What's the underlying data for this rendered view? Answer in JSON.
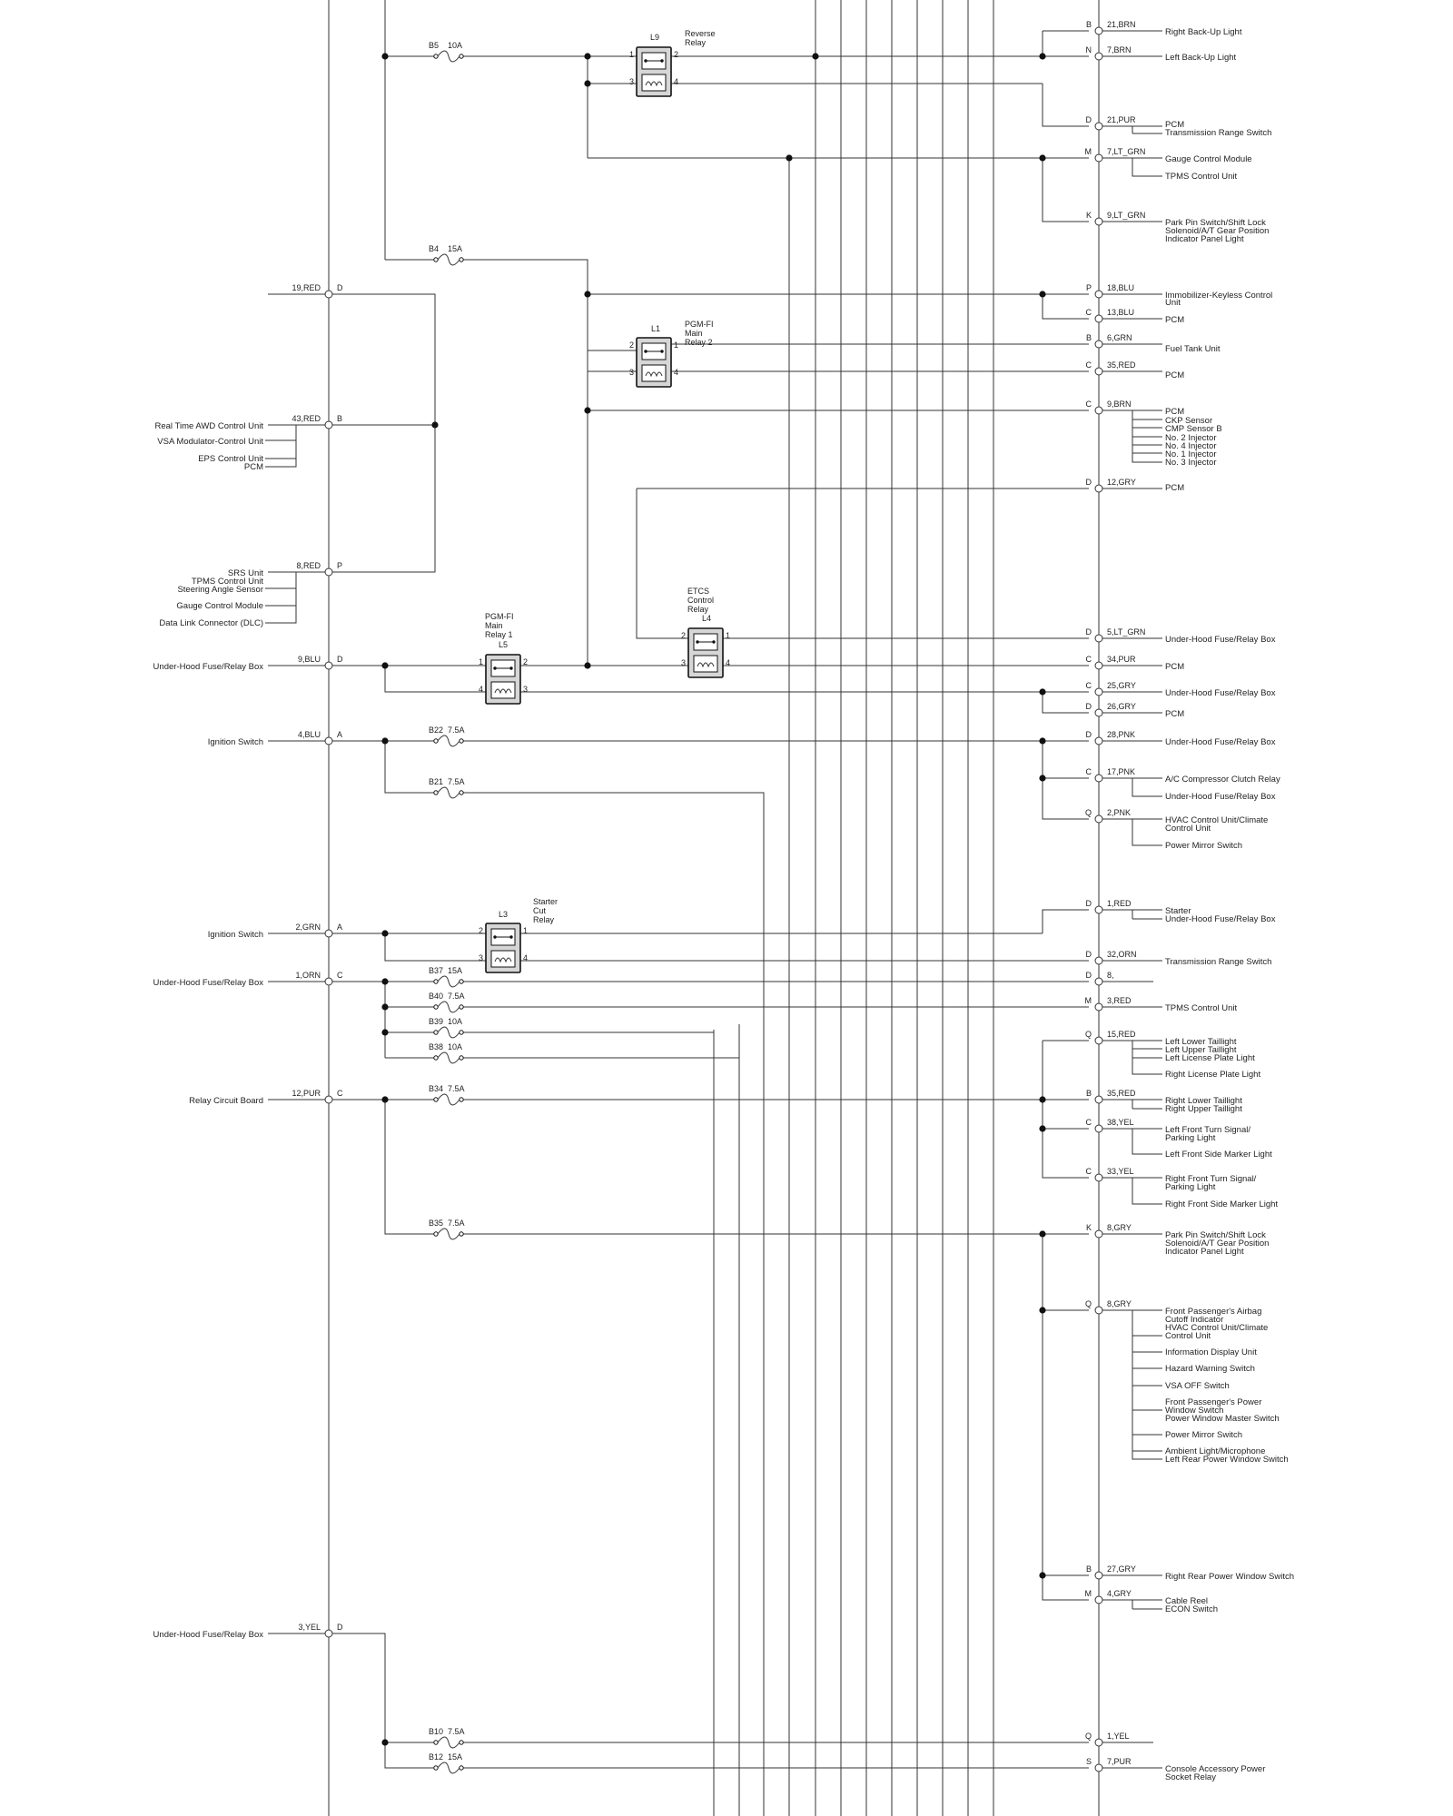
{
  "fuses": [
    {
      "id": "B5",
      "rating": "10A"
    },
    {
      "id": "B4",
      "rating": "15A"
    },
    {
      "id": "B22",
      "rating": "7.5A"
    },
    {
      "id": "B21",
      "rating": "7.5A"
    },
    {
      "id": "B37",
      "rating": "15A"
    },
    {
      "id": "B40",
      "rating": "7.5A"
    },
    {
      "id": "B39",
      "rating": "10A"
    },
    {
      "id": "B38",
      "rating": "10A"
    },
    {
      "id": "B34",
      "rating": "7.5A"
    },
    {
      "id": "B35",
      "rating": "7.5A"
    },
    {
      "id": "B10",
      "rating": "7.5A"
    },
    {
      "id": "B12",
      "rating": "15A"
    }
  ],
  "relays": [
    {
      "id": "L9",
      "name": [
        "Reverse",
        "Relay"
      ],
      "pins": [
        "1",
        "2",
        "3",
        "4"
      ]
    },
    {
      "id": "L1",
      "name": [
        "PGM-FI",
        "Main",
        "Relay 2"
      ],
      "pins": [
        "2",
        "1",
        "3",
        "4"
      ]
    },
    {
      "id": "L5",
      "name": [
        "PGM-FI",
        "Main",
        "Relay 1"
      ],
      "pins": [
        "1",
        "2",
        "4",
        "3"
      ]
    },
    {
      "id": "L4",
      "name": [
        "ETCS",
        "Control",
        "Relay"
      ],
      "pins": [
        "2",
        "1",
        "3",
        "4"
      ]
    },
    {
      "id": "L3",
      "name": [
        "Starter",
        "Cut",
        "Relay"
      ],
      "pins": [
        "2",
        "1",
        "3",
        "4"
      ]
    }
  ],
  "left_inputs": [
    {
      "wire": "19,RED",
      "pin": "D",
      "labels": []
    },
    {
      "wire": "43,RED",
      "pin": "B",
      "labels": [
        "Real Time AWD Control Unit",
        "VSA Modulator-Control Unit",
        "EPS Control Unit",
        "PCM"
      ]
    },
    {
      "wire": "8,RED",
      "pin": "P",
      "labels": [
        "SRS Unit",
        "TPMS Control Unit",
        "Steering Angle Sensor",
        "Gauge Control Module",
        "Data Link Connector (DLC)"
      ]
    },
    {
      "wire": "9,BLU",
      "pin": "D",
      "labels": [
        "Under-Hood Fuse/Relay Box"
      ]
    },
    {
      "wire": "4,BLU",
      "pin": "A",
      "labels": [
        "Ignition Switch"
      ]
    },
    {
      "wire": "2,GRN",
      "pin": "A",
      "labels": [
        "Ignition Switch"
      ]
    },
    {
      "wire": "1,ORN",
      "pin": "C",
      "labels": [
        "Under-Hood Fuse/Relay Box"
      ]
    },
    {
      "wire": "12,PUR",
      "pin": "C",
      "labels": [
        "Relay Circuit Board"
      ]
    },
    {
      "wire": "3,YEL",
      "pin": "D",
      "labels": [
        "Under-Hood Fuse/Relay Box"
      ]
    }
  ],
  "right_outputs": [
    {
      "pin": "B",
      "wire": "21,BRN",
      "labels": [
        "Right Back-Up Light"
      ]
    },
    {
      "pin": "N",
      "wire": "7,BRN",
      "labels": [
        "Left Back-Up Light"
      ]
    },
    {
      "pin": "D",
      "wire": "21,PUR",
      "labels": [
        "PCM",
        "Transmission Range Switch"
      ]
    },
    {
      "pin": "M",
      "wire": "7,LT_GRN",
      "labels": [
        "Gauge Control Module",
        "TPMS Control Unit"
      ]
    },
    {
      "pin": "K",
      "wire": "9,LT_GRN",
      "labels": [
        "Park Pin Switch/Shift Lock",
        "Solenoid/A/T Gear Position",
        "Indicator Panel Light"
      ]
    },
    {
      "pin": "P",
      "wire": "18,BLU",
      "labels": [
        "Immobilizer-Keyless Control",
        "Unit"
      ]
    },
    {
      "pin": "C",
      "wire": "13,BLU",
      "labels": [
        "PCM"
      ]
    },
    {
      "pin": "B",
      "wire": "6,GRN",
      "labels": [
        "Fuel Tank Unit"
      ]
    },
    {
      "pin": "C",
      "wire": "35,RED",
      "labels": [
        "PCM"
      ]
    },
    {
      "pin": "C",
      "wire": "9,BRN",
      "labels": [
        "PCM",
        "CKP Sensor",
        "CMP Sensor B",
        "No. 2 Injector",
        "No. 4 Injector",
        "No. 1 Injector",
        "No. 3 Injector"
      ]
    },
    {
      "pin": "D",
      "wire": "12,GRY",
      "labels": [
        "PCM"
      ]
    },
    {
      "pin": "D",
      "wire": "5,LT_GRN",
      "labels": [
        "Under-Hood Fuse/Relay Box"
      ]
    },
    {
      "pin": "C",
      "wire": "34,PUR",
      "labels": [
        "PCM"
      ]
    },
    {
      "pin": "C",
      "wire": "25,GRY",
      "labels": [
        "Under-Hood Fuse/Relay Box"
      ]
    },
    {
      "pin": "D",
      "wire": "26,GRY",
      "labels": [
        "PCM"
      ]
    },
    {
      "pin": "D",
      "wire": "28,PNK",
      "labels": [
        "Under-Hood Fuse/Relay Box"
      ]
    },
    {
      "pin": "C",
      "wire": "17,PNK",
      "labels": [
        "A/C Compressor Clutch Relay",
        "Under-Hood Fuse/Relay Box"
      ]
    },
    {
      "pin": "Q",
      "wire": "2,PNK",
      "labels": [
        "HVAC Control Unit/Climate",
        "Control Unit",
        "Power Mirror Switch"
      ]
    },
    {
      "pin": "D",
      "wire": "1,RED",
      "labels": [
        "Starter",
        "Under-Hood Fuse/Relay Box"
      ]
    },
    {
      "pin": "D",
      "wire": "32,ORN",
      "labels": [
        "Transmission Range Switch"
      ]
    },
    {
      "pin": "D",
      "wire": "8,",
      "labels": []
    },
    {
      "pin": "M",
      "wire": "3,RED",
      "labels": [
        "TPMS Control Unit"
      ]
    },
    {
      "pin": "Q",
      "wire": "15,RED",
      "labels": [
        "Left Lower Taillight",
        "Left Upper Taillight",
        "Left License Plate Light",
        "Right License Plate Light"
      ]
    },
    {
      "pin": "B",
      "wire": "35,RED",
      "labels": [
        "Right Lower Taillight",
        "Right Upper Taillight"
      ]
    },
    {
      "pin": "C",
      "wire": "38,YEL",
      "labels": [
        "Left Front Turn Signal/",
        "Parking Light",
        "Left Front Side Marker Light"
      ]
    },
    {
      "pin": "C",
      "wire": "33,YEL",
      "labels": [
        "Right Front Turn Signal/",
        "Parking Light",
        "Right Front Side Marker Light"
      ]
    },
    {
      "pin": "K",
      "wire": "8,GRY",
      "labels": [
        "Park Pin Switch/Shift Lock",
        "Solenoid/A/T Gear Position",
        "Indicator Panel Light"
      ]
    },
    {
      "pin": "Q",
      "wire": "8,GRY",
      "labels": [
        "Front Passenger's Airbag",
        "Cutoff Indicator",
        "HVAC Control Unit/Climate",
        "Control Unit",
        "Information Display Unit",
        "Hazard Warning Switch",
        "VSA OFF Switch",
        "Front Passenger's Power",
        "Window Switch",
        "Power Window Master Switch",
        "Power Mirror Switch",
        "Ambient Light/Microphone",
        "Left Rear Power Window Switch"
      ]
    },
    {
      "pin": "B",
      "wire": "27,GRY",
      "labels": [
        "Right Rear Power Window Switch"
      ]
    },
    {
      "pin": "M",
      "wire": "4,GRY",
      "labels": [
        "Cable Reel",
        "ECON Switch"
      ]
    },
    {
      "pin": "Q",
      "wire": "1,YEL",
      "labels": []
    },
    {
      "pin": "S",
      "wire": "7,PUR",
      "labels": [
        "Console Accessory Power",
        "Socket Relay"
      ]
    }
  ]
}
